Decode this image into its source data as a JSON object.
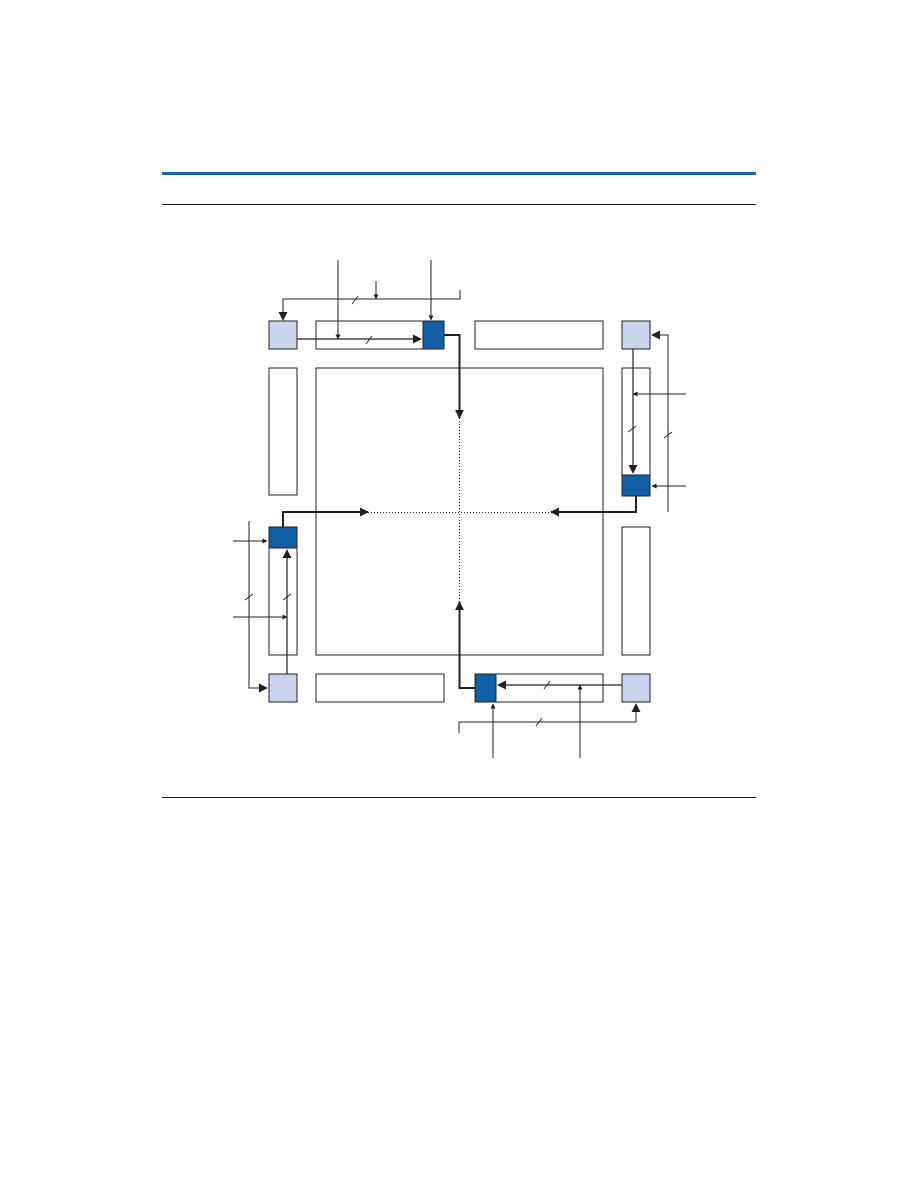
{
  "colors": {
    "accent_rule": "#1a63ad",
    "pll_active": "#1160a6",
    "pll_inactive": "#c9d5ec",
    "line": "#231f20"
  },
  "diagram": {
    "icons": {
      "active_block": "filled-dark-blue-square",
      "inactive_block": "filled-light-blue-square",
      "bus_width_mark": "slash-tick"
    }
  }
}
